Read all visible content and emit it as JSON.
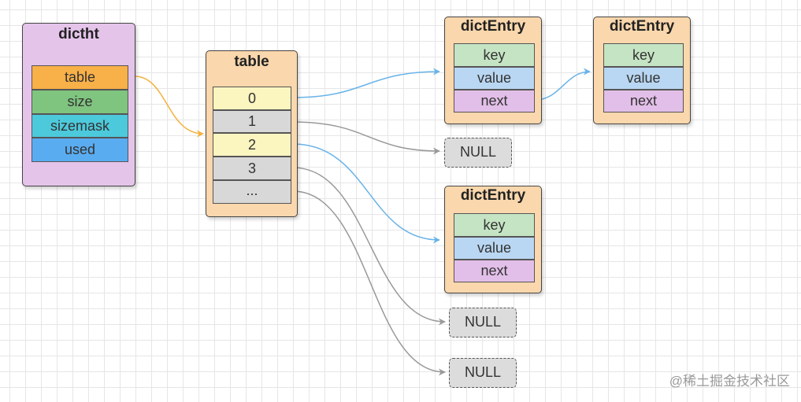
{
  "colors": {
    "dictht_bg": "#e5c4ea",
    "table_bg": "#fad7ac",
    "entry_bg": "#fad7ac",
    "field_table": "#f8b048",
    "field_size": "#7fc47f",
    "field_sizemask": "#4dc9dc",
    "field_used": "#5aacf0",
    "slot_odd": "#fbf5c0",
    "slot_even": "#d8d8d8",
    "key": "#c5e4c3",
    "value": "#b9d7f2",
    "next": "#e2bfe8",
    "arrow_orange": "#f3b13c",
    "arrow_blue": "#69b3e8",
    "arrow_gray": "#999999"
  },
  "dictht": {
    "title": "dictht",
    "fields": [
      "table",
      "size",
      "sizemask",
      "used"
    ]
  },
  "table": {
    "title": "table",
    "slots": [
      "0",
      "1",
      "2",
      "3",
      "..."
    ]
  },
  "entry_top": {
    "title": "dictEntry",
    "fields": [
      "key",
      "value",
      "next"
    ]
  },
  "entry_chained": {
    "title": "dictEntry",
    "fields": [
      "key",
      "value",
      "next"
    ]
  },
  "entry_bottom": {
    "title": "dictEntry",
    "fields": [
      "key",
      "value",
      "next"
    ]
  },
  "null_nodes": [
    "NULL",
    "NULL",
    "NULL"
  ],
  "watermark": "@稀土掘金技术社区"
}
